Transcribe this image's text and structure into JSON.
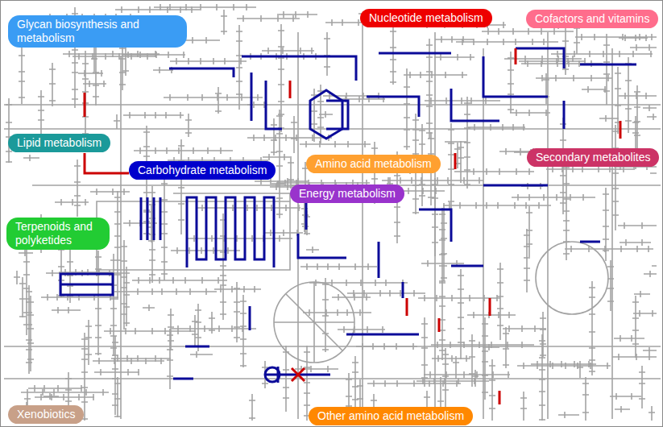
{
  "diagram": {
    "nodes": [
      {
        "text": [
          "Glycan biosynthesis and metabolism"
        ]
      },
      {
        "text": [
          "Nucleotide metabolism"
        ]
      },
      {
        "text": [
          "Cofactors and vitamins"
        ]
      },
      {
        "text": [
          "Lipid metabolism"
        ]
      },
      {
        "text": [
          "Carbohydrate metabolism"
        ]
      },
      {
        "text": [
          "Amino acid metabolism"
        ]
      },
      {
        "text": [
          "Secondary metabolites"
        ]
      },
      {
        "text": [
          "Energy metabolism"
        ]
      },
      {
        "text": [
          "Terpenoids and polyketides"
        ]
      },
      {
        "text": [
          "Xenobiotics"
        ]
      },
      {
        "text": [
          "Other amino acid metabolism"
        ]
      }
    ]
  }
}
